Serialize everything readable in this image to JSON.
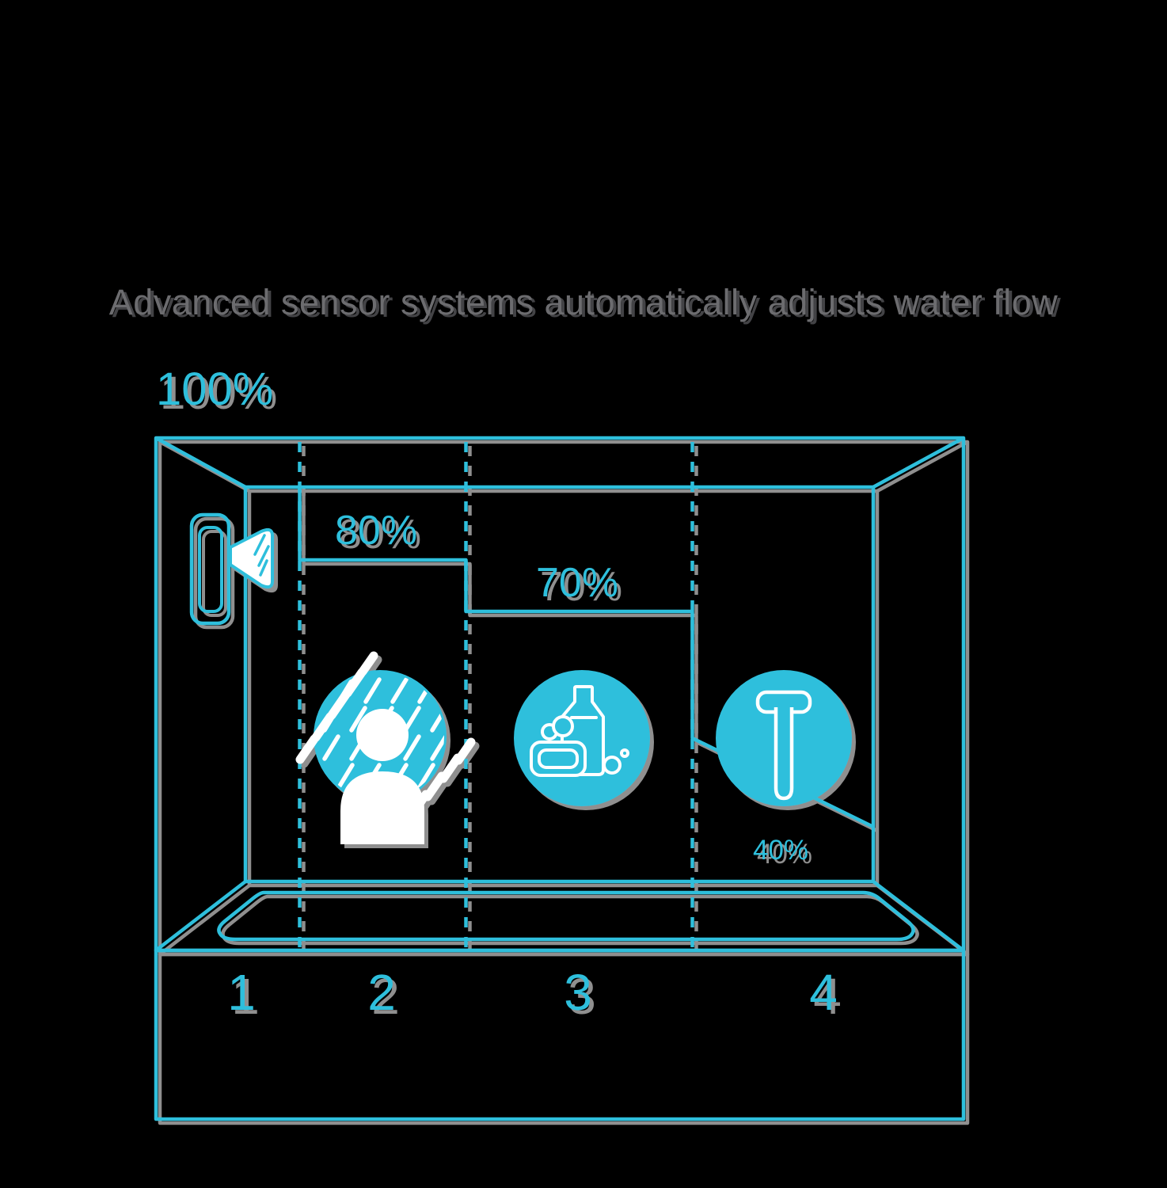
{
  "title": "Advanced sensor systems automatically adjusts water flow",
  "diagram": {
    "type": "shower-water-flow-infographic",
    "description_visible_elements": "3D shower stall outline with stepped water-flow line and four floor zones",
    "zones": [
      {
        "number": "1",
        "flow": "100%",
        "icon": "shower-head"
      },
      {
        "number": "2",
        "flow": "80%",
        "icon": "person-showering"
      },
      {
        "number": "3",
        "flow": "70%",
        "icon": "soap-and-shampoo-bottle"
      },
      {
        "number": "4",
        "flow": "40%",
        "icon": "razor"
      }
    ]
  },
  "colors": {
    "accent": "#2ebfdc",
    "shadow": "#8f8f8f",
    "title_text": "#6c6c6f",
    "icon_stroke": "#ffffff",
    "background": "#000000"
  }
}
